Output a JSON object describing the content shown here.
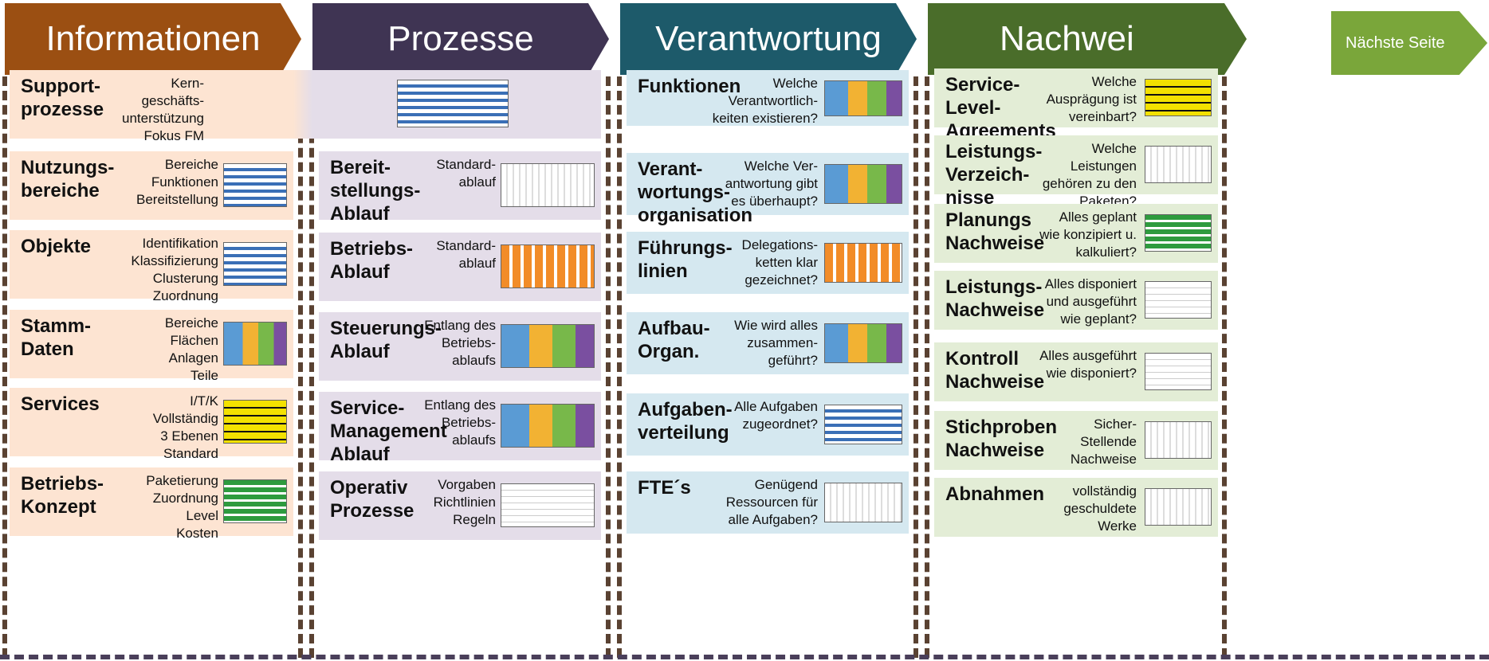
{
  "colors": {
    "informationen": "#9b4f12",
    "prozesse": "#3f3453",
    "verantwortung": "#1d5a6a",
    "nachweise": "#4a6d2a",
    "bg_info": "#fde4d2",
    "bg_proz": "#e4dde9",
    "bg_verant": "#d5e8f0",
    "bg_nachw": "#e3edd6"
  },
  "headers": {
    "informationen": "Informationen",
    "prozesse": "Prozesse",
    "verantwortung": "Verantwortung",
    "nachweise": "Nachwei"
  },
  "next_button": "Nächste Seite",
  "informationen": [
    {
      "title": "Support-\nprozesse",
      "desc": "Kern-\ngeschäfts-\nunterstützung\nFokus FM"
    },
    {
      "title": "Nutzungs-\nbereiche",
      "desc": "Bereiche\nFunktionen\nBereitstellung"
    },
    {
      "title": "Objekte",
      "desc": "Identifikation\nKlassifizierung\nClusterung\nZuordnung"
    },
    {
      "title": "Stamm-\nDaten",
      "desc": "Bereiche\nFlächen\nAnlagen\nTeile"
    },
    {
      "title": "Services",
      "desc": "I/T/K\nVollständig\n3 Ebenen\nStandard"
    },
    {
      "title": "Betriebs-\nKonzept",
      "desc": "Paketierung\nZuordnung\nLevel\nKosten"
    }
  ],
  "prozesse": [
    {
      "title": "Bereit-\nstellungs-\nAblauf",
      "desc": "Standard-\nablauf"
    },
    {
      "title": "Betriebs-\nAblauf",
      "desc": "Standard-\nablauf"
    },
    {
      "title": "Steuerungs-\nAblauf",
      "desc": "Entlang des\nBetriebs-\nablaufs"
    },
    {
      "title": "Service-\nManagement\nAblauf",
      "desc": "Entlang des\nBetriebs-\nablaufs"
    },
    {
      "title": "Operativ\nProzesse",
      "desc": "Vorgaben\nRichtlinien\nRegeln"
    }
  ],
  "verantwortung": [
    {
      "title": "Funktionen",
      "desc": "Welche\nVerantwortlich-\nkeiten existieren?"
    },
    {
      "title": "Verant-\nwortungs-\norganisation",
      "desc": "Welche Ver-\nantwortung gibt\nes überhaupt?"
    },
    {
      "title": "Führungs-\nlinien",
      "desc": "Delegations-\nketten klar\ngezeichnet?"
    },
    {
      "title": "Aufbau-\nOrgan.",
      "desc": "Wie wird alles\nzusammen-\ngeführt?"
    },
    {
      "title": "Aufgaben-\nverteilung",
      "desc": "Alle Aufgaben\nzugeordnet?"
    },
    {
      "title": "FTE´s",
      "desc": "Genügend\nRessourcen für\nalle Aufgaben?"
    }
  ],
  "nachweise": [
    {
      "title": "Service-\nLevel-\nAgreements",
      "desc": "Welche\nAusprägung ist\nvereinbart?"
    },
    {
      "title": "Leistungs-\nVerzeich-\nnisse",
      "desc": "Welche\nLeistungen\ngehören zu den\nPaketen?"
    },
    {
      "title": "Planungs\nNachweise",
      "desc": "Alles geplant\nwie konzipiert u.\nkalkuliert?"
    },
    {
      "title": "Leistungs-\nNachweise",
      "desc": "Alles disponiert\nund ausgeführt\nwie geplant?"
    },
    {
      "title": "Kontroll\nNachweise",
      "desc": "Alles ausgeführt\nwie disponiert?"
    },
    {
      "title": "Stichproben\nNachweise",
      "desc": "Sicher-\nStellende\nNachweise"
    },
    {
      "title": "Abnahmen",
      "desc": "vollständig\ngeschuldete\nWerke"
    }
  ]
}
